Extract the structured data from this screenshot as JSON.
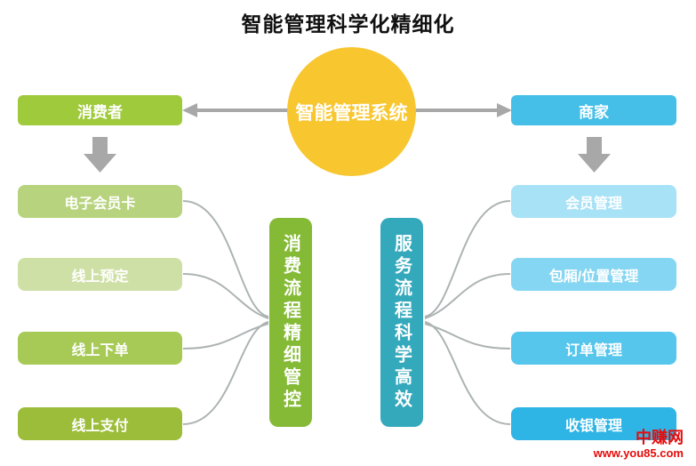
{
  "title": "智能管理科学化精细化",
  "center_node": {
    "label": "智能管理系统",
    "color": "#F8C62F"
  },
  "left": {
    "header": {
      "label": "消费者",
      "color": "#9FCA3B"
    },
    "items": [
      {
        "label": "电子会员卡",
        "color": "#B7D37D"
      },
      {
        "label": "线上预定",
        "color": "#CFE0A6"
      },
      {
        "label": "线上下单",
        "color": "#A6CA55"
      },
      {
        "label": "线上支付",
        "color": "#9CBD3A"
      }
    ],
    "bar": {
      "label": "消费流程精细管控",
      "color": "#84BA35"
    }
  },
  "right": {
    "header": {
      "label": "商家",
      "color": "#45BFE8"
    },
    "items": [
      {
        "label": "会员管理",
        "color": "#A8E2F7"
      },
      {
        "label": "包厢/位置管理",
        "color": "#85D6F2"
      },
      {
        "label": "订单管理",
        "color": "#56C6EC"
      },
      {
        "label": "收银管理",
        "color": "#2EB5E5"
      }
    ],
    "bar": {
      "label": "服务流程科学高效",
      "color": "#35A9BC"
    }
  },
  "watermark": {
    "name": "中赚网",
    "url": "www.you85.com",
    "color": "#E60B0B"
  },
  "connector_color": "#ADB3B3",
  "arrow_color": "#A8A8A8"
}
